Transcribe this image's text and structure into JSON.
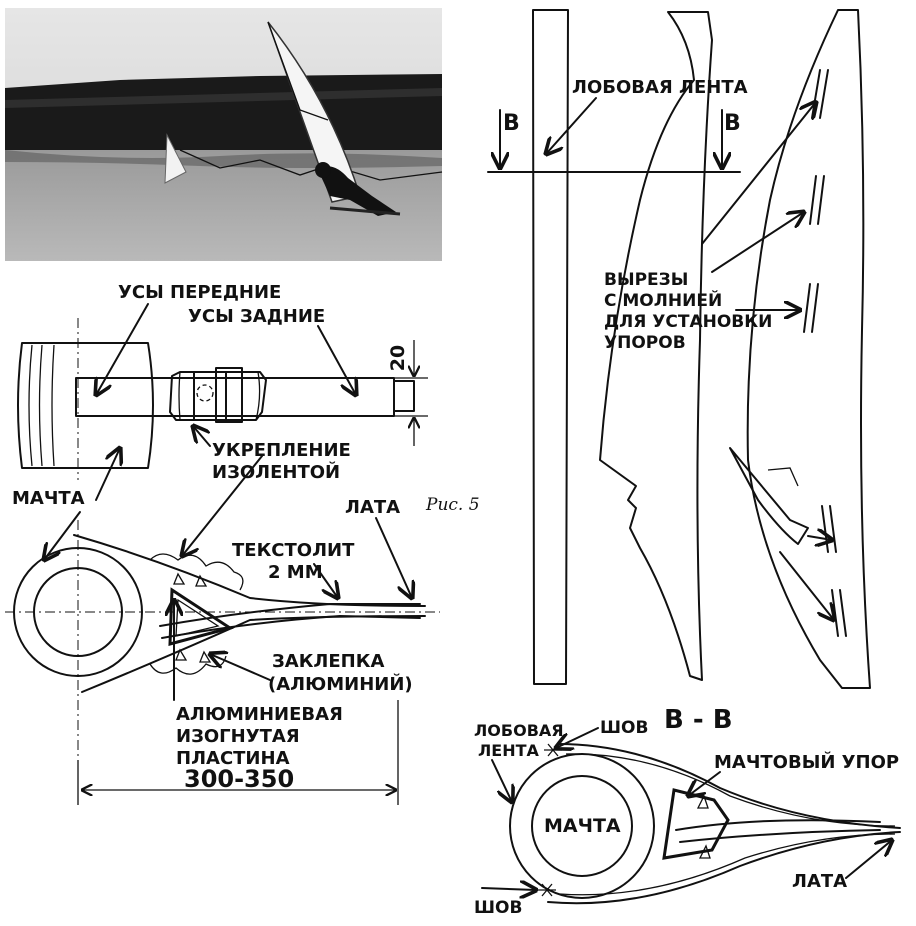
{
  "figure": {
    "caption": "Рис. 5"
  },
  "labels": {
    "front_whiskers": "УСЫ ПЕРЕДНИЕ",
    "rear_whiskers": "УСЫ ЗАДНИЕ",
    "dim_20": "20",
    "tape_fix_1": "УКРЕПЛЕНИЕ",
    "tape_fix_2": "ИЗОЛЕНТОЙ",
    "mast": "МАЧТА",
    "batten": "ЛАТА",
    "textolite_1": "ТЕКСТОЛИТ",
    "textolite_2": "2 ММ",
    "rivet_1": "ЗАКЛЕПКА",
    "rivet_2": "(АЛЮМИНИЙ)",
    "plate_1": "АЛЮМИНИЕВАЯ",
    "plate_2": "ИЗОГНУТАЯ",
    "plate_3": "ПЛАСТИНА",
    "dim_length": "300-350",
    "luff_tape": "ЛОБОВАЯ ЛЕНТА",
    "section_mark_left": "В",
    "section_mark_right": "В",
    "cutouts_1": "ВЫРЕЗЫ",
    "cutouts_2": "С МОЛНИЕЙ",
    "cutouts_3": "ДЛЯ УСТАНОВКИ",
    "cutouts_4": "УПОРОВ",
    "section_title": "В - В",
    "section_luff_1": "ЛОБОВАЯ",
    "section_luff_2": "ЛЕНТА",
    "seam_top": "ШОВ",
    "seam_bottom": "ШОВ",
    "section_mast": "МАЧТА",
    "mast_stop": "МАЧТОВЫЙ УПОР",
    "section_batten": "ЛАТА"
  }
}
